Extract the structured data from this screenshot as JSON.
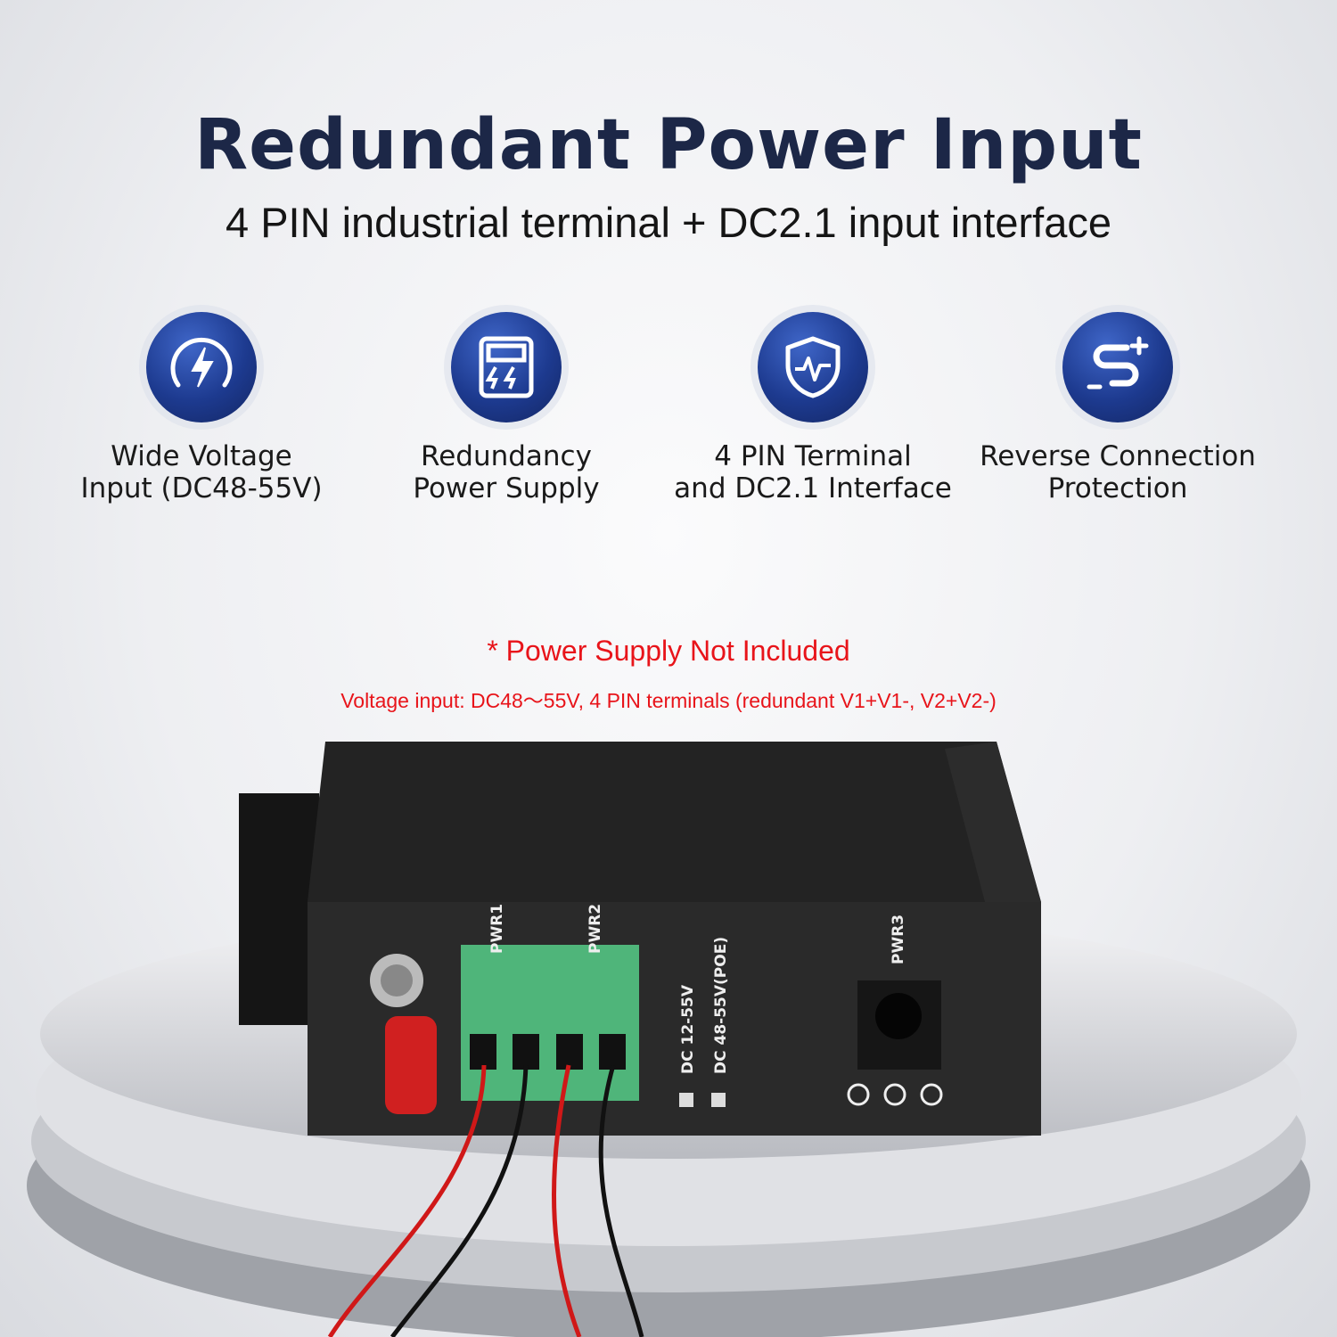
{
  "header": {
    "title": "Redundant Power Input",
    "subtitle": "4 PIN industrial terminal + DC2.1 input interface"
  },
  "features": [
    {
      "icon": "gauge-lightning-icon",
      "line1": "Wide Voltage",
      "line2": "Input (DC48-55V)"
    },
    {
      "icon": "power-supply-icon",
      "line1": "Redundancy",
      "line2": "Power Supply"
    },
    {
      "icon": "shield-pulse-icon",
      "line1": "4 PIN Terminal",
      "line2": "and DC2.1 Interface"
    },
    {
      "icon": "reverse-connection-icon",
      "line1": "Reverse Connection",
      "line2": "Protection"
    }
  ],
  "notes": {
    "primary": "* Power Supply Not Included",
    "secondary": "Voltage input: DC48～55V, 4 PIN terminals (redundant V1+V1-, V2+V2-)"
  },
  "device": {
    "pwr1": "PWR1",
    "pwr2": "PWR2",
    "pwr3": "PWR3",
    "led1": "DC 12-55V",
    "led2": "DC 48-55V(POE)"
  },
  "colors": {
    "title": "#1c2747",
    "icon_circle": "#1d3a8f",
    "note": "#e8141a",
    "terminal": "#4fb57a"
  }
}
